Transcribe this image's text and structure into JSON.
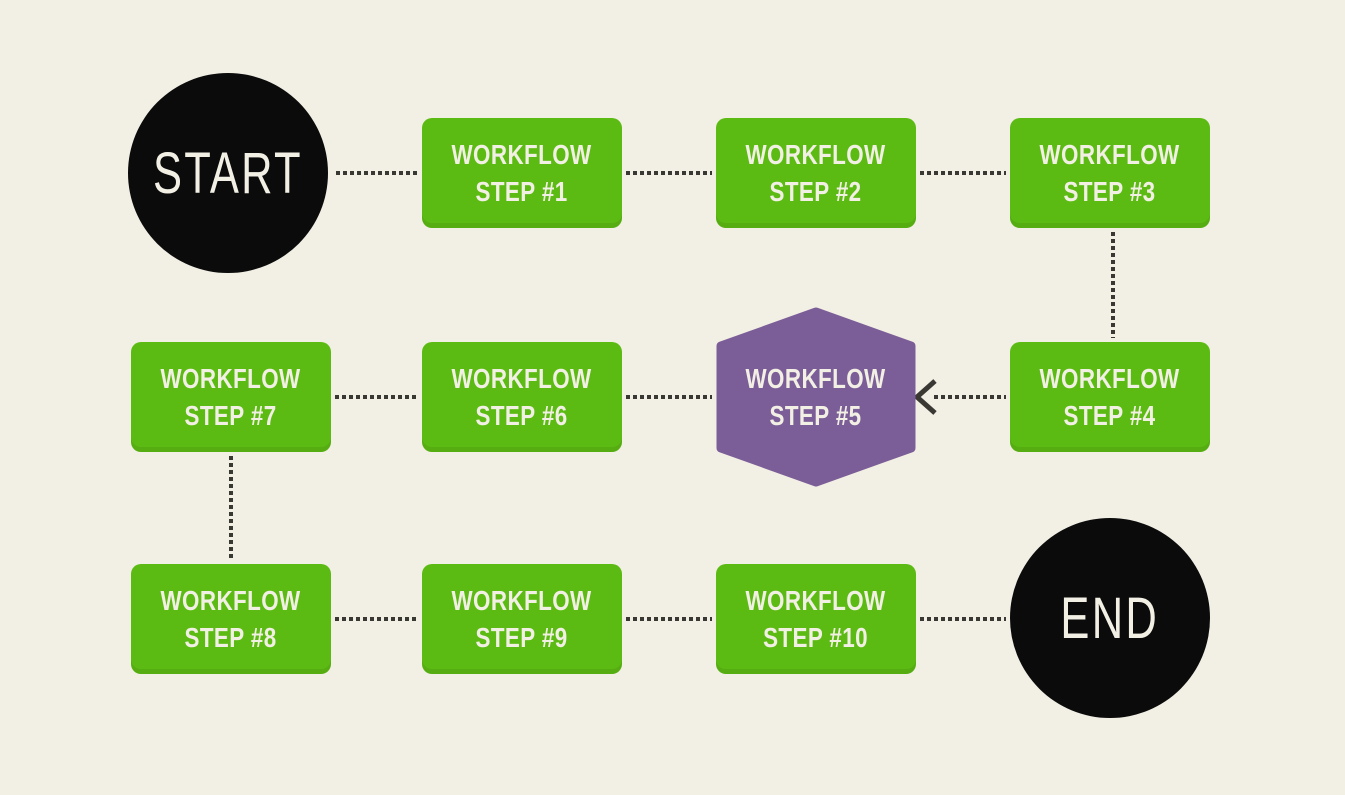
{
  "diagram": {
    "background_color": "#f2efe4",
    "connector": {
      "color": "#3a3833",
      "style": "square-dotted"
    },
    "colors": {
      "process_node": "#5cbb13",
      "decision_node": "#7b5e97",
      "terminal_node": "#0b0b0b",
      "label_text": "#f2efe4"
    },
    "nodes": [
      {
        "id": "start",
        "type": "terminal",
        "shape": "circle",
        "label": "START"
      },
      {
        "id": "step-1",
        "type": "process",
        "shape": "rounded-rect",
        "line1": "WORKFLOW",
        "line2": "STEP #1"
      },
      {
        "id": "step-2",
        "type": "process",
        "shape": "rounded-rect",
        "line1": "WORKFLOW",
        "line2": "STEP #2"
      },
      {
        "id": "step-3",
        "type": "process",
        "shape": "rounded-rect",
        "line1": "WORKFLOW",
        "line2": "STEP #3"
      },
      {
        "id": "step-4",
        "type": "process",
        "shape": "rounded-rect",
        "line1": "WORKFLOW",
        "line2": "STEP #4"
      },
      {
        "id": "step-5",
        "type": "decision",
        "shape": "hexagon",
        "line1": "WORKFLOW",
        "line2": "STEP #5"
      },
      {
        "id": "step-6",
        "type": "process",
        "shape": "rounded-rect",
        "line1": "WORKFLOW",
        "line2": "STEP #6"
      },
      {
        "id": "step-7",
        "type": "process",
        "shape": "rounded-rect",
        "line1": "WORKFLOW",
        "line2": "STEP #7"
      },
      {
        "id": "step-8",
        "type": "process",
        "shape": "rounded-rect",
        "line1": "WORKFLOW",
        "line2": "STEP #8"
      },
      {
        "id": "step-9",
        "type": "process",
        "shape": "rounded-rect",
        "line1": "WORKFLOW",
        "line2": "STEP #9"
      },
      {
        "id": "step-10",
        "type": "process",
        "shape": "rounded-rect",
        "line1": "WORKFLOW",
        "line2": "STEP #10"
      },
      {
        "id": "end",
        "type": "terminal",
        "shape": "circle",
        "label": "END"
      }
    ],
    "connections": [
      {
        "from": "start",
        "to": "step-1",
        "arrow": false
      },
      {
        "from": "step-1",
        "to": "step-2",
        "arrow": false
      },
      {
        "from": "step-2",
        "to": "step-3",
        "arrow": false
      },
      {
        "from": "step-3",
        "to": "step-4",
        "arrow": false
      },
      {
        "from": "step-4",
        "to": "step-5",
        "arrow": true
      },
      {
        "from": "step-5",
        "to": "step-6",
        "arrow": false
      },
      {
        "from": "step-6",
        "to": "step-7",
        "arrow": false
      },
      {
        "from": "step-7",
        "to": "step-8",
        "arrow": false
      },
      {
        "from": "step-8",
        "to": "step-9",
        "arrow": false
      },
      {
        "from": "step-9",
        "to": "step-10",
        "arrow": false
      },
      {
        "from": "step-10",
        "to": "end",
        "arrow": false
      }
    ]
  }
}
